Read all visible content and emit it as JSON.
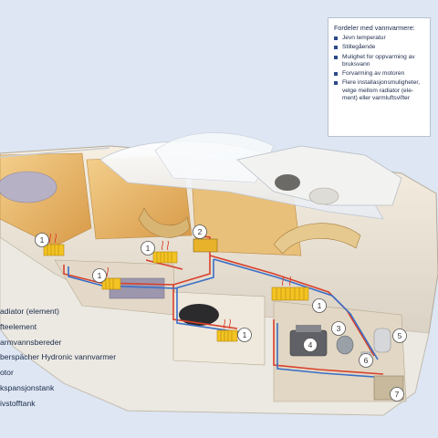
{
  "info_box": {
    "title": "Fordeler med vannvarmere:",
    "items": [
      "Jevn temperatur",
      "Stillegående",
      "Mulighet for oppvarming av bruksvann",
      "Forvarming av motoren",
      "Flere installasjonsmuligheter, velge mellom radiator (ele-ment) eller varmluftsvifter"
    ]
  },
  "legend": [
    "adiator (element)",
    "fteelement",
    "armvannsbereder",
    "berspächer Hydronic vannvarmer",
    "otor",
    "kspansjonstank",
    "ivstofftank"
  ],
  "markers": [
    "1",
    "1",
    "1",
    "1",
    "1",
    "2",
    "3",
    "4",
    "5",
    "6",
    "7"
  ],
  "colors": {
    "background": "#dde6f2",
    "hull_interior": "#e8b86a",
    "deck_glass": "#f4f6fa",
    "hot_pipe": "#d8402c",
    "cold_pipe": "#3a6fc6",
    "radiator": "#f2c322",
    "text": "#1b2a4a",
    "bullet": "#2b4a8a"
  }
}
